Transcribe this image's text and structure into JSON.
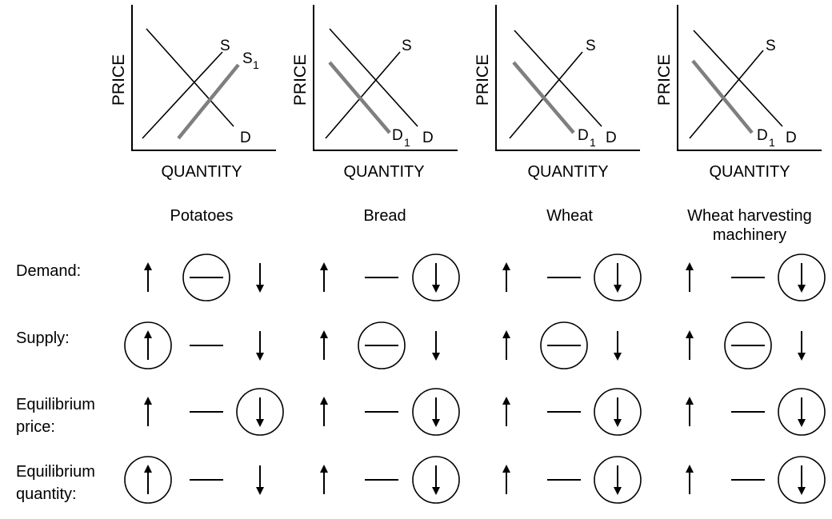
{
  "graphs": [
    {
      "y_axis_label": "PRICE",
      "x_axis_label": "QUANTITY",
      "curve_labels": {
        "supply": "S",
        "demand": "D",
        "shifted_main": "S",
        "shifted_sub": "1"
      },
      "shifted_curve": "supply",
      "shift_direction": "right"
    },
    {
      "y_axis_label": "PRICE",
      "x_axis_label": "QUANTITY",
      "curve_labels": {
        "supply": "S",
        "demand": "D",
        "shifted_main": "D",
        "shifted_sub": "1"
      },
      "shifted_curve": "demand",
      "shift_direction": "left"
    },
    {
      "y_axis_label": "PRICE",
      "x_axis_label": "QUANTITY",
      "curve_labels": {
        "supply": "S",
        "demand": "D",
        "shifted_main": "D",
        "shifted_sub": "1"
      },
      "shifted_curve": "demand",
      "shift_direction": "left"
    },
    {
      "y_axis_label": "PRICE",
      "x_axis_label": "QUANTITY",
      "curve_labels": {
        "supply": "S",
        "demand": "D",
        "shifted_main": "D",
        "shifted_sub": "1"
      },
      "shifted_curve": "demand",
      "shift_direction": "left"
    }
  ],
  "goods": [
    "Potatoes",
    "Bread",
    "Wheat",
    "Wheat harvesting machinery"
  ],
  "rows": [
    {
      "label": "Demand:",
      "selected": [
        "none",
        "down",
        "down",
        "down"
      ]
    },
    {
      "label": "Supply:",
      "selected": [
        "up",
        "none",
        "none",
        "none"
      ]
    },
    {
      "label": "Equilibrium price:",
      "selected": [
        "down",
        "down",
        "down",
        "down"
      ]
    },
    {
      "label": "Equilibrium quantity:",
      "selected": [
        "up",
        "down",
        "down",
        "down"
      ]
    }
  ],
  "symbol_options": [
    "up",
    "none",
    "down"
  ],
  "colors": {
    "ink": "#000000",
    "shifted_curve": "#7f7f7f"
  }
}
